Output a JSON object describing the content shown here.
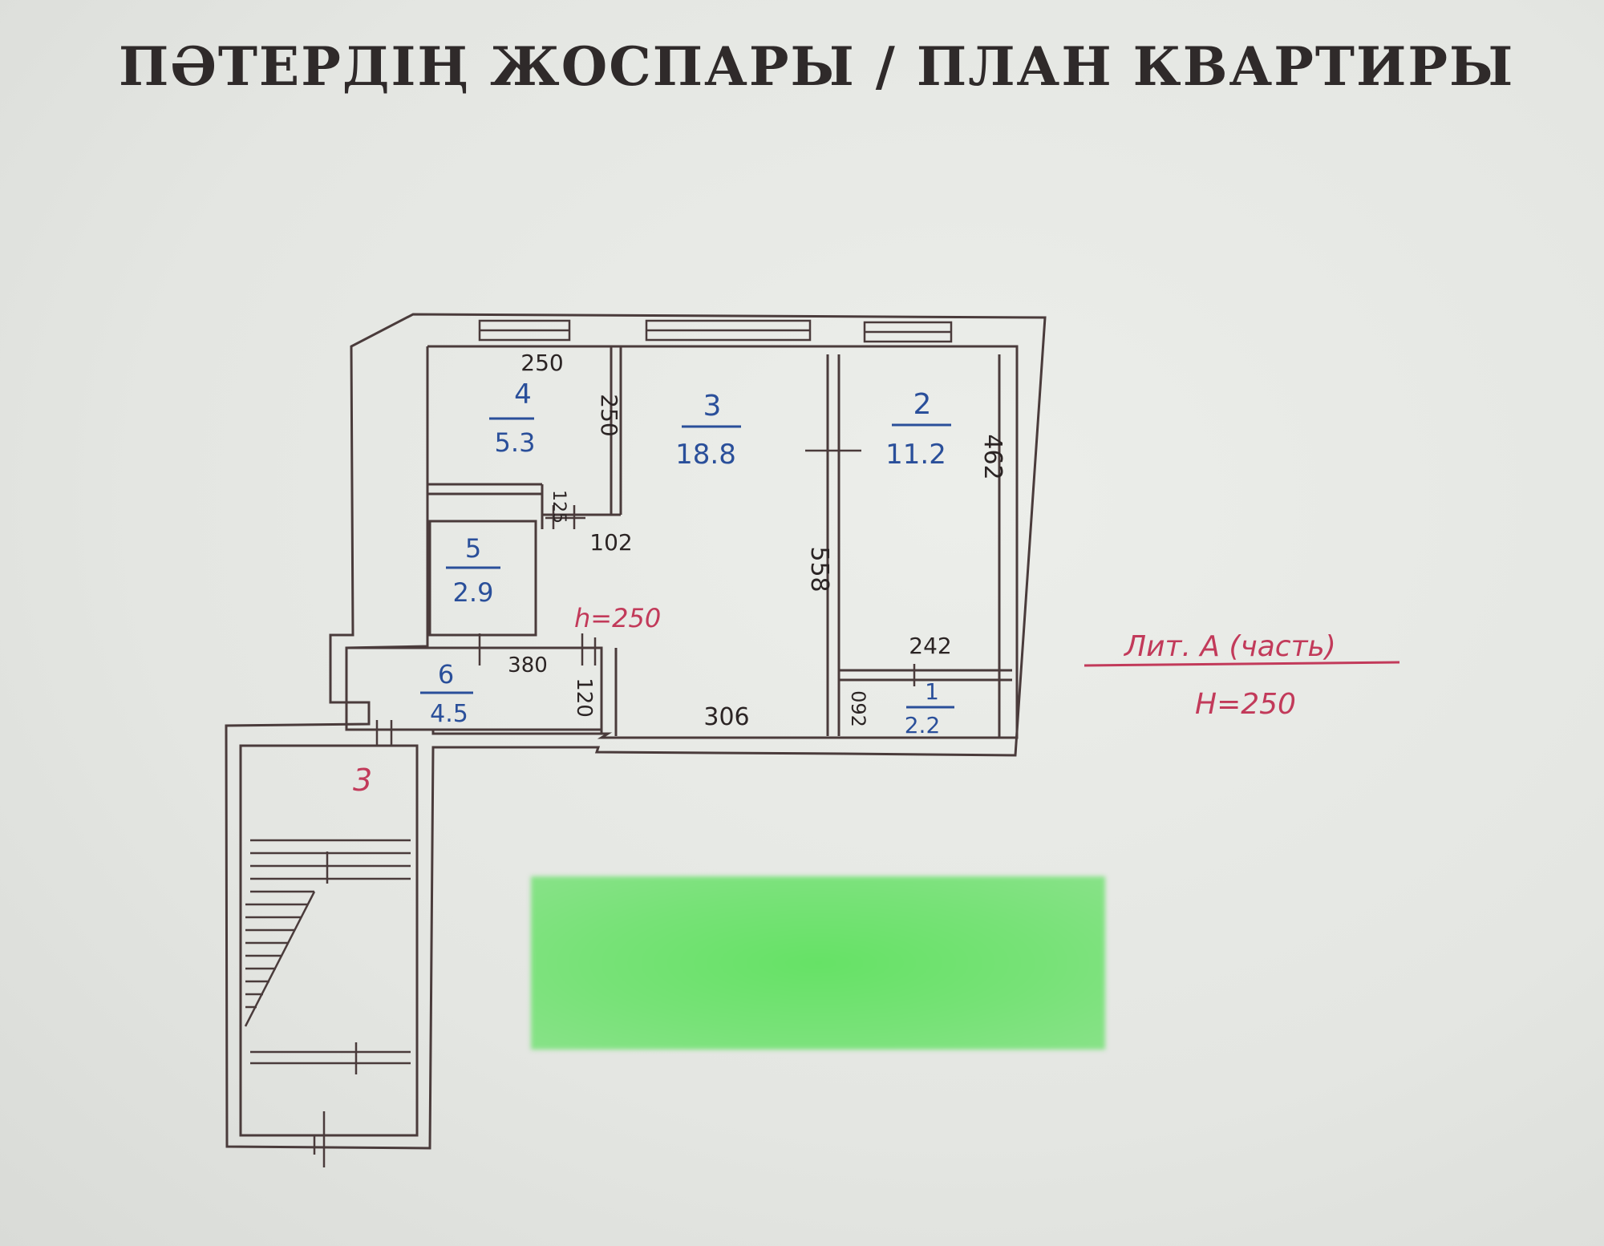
{
  "title": "ПӘТЕРДІҢ ЖОСПАРЫ / ПЛАН КВАРТИРЫ",
  "rooms": [
    {
      "id": "1",
      "area": "2.2"
    },
    {
      "id": "2",
      "area": "11.2"
    },
    {
      "id": "3",
      "area": "18.8"
    },
    {
      "id": "4",
      "area": "5.3"
    },
    {
      "id": "5",
      "area": "2.9"
    },
    {
      "id": "6",
      "area": "4.5"
    }
  ],
  "dimensions": {
    "d250_top": "250",
    "d250_side": "250",
    "d125": "125",
    "d102": "102",
    "d558": "558",
    "d462": "462",
    "d242": "242",
    "d380": "380",
    "d120": "120",
    "d306": "306",
    "d092": "092"
  },
  "annotations": {
    "height_inner": "h=250",
    "liter": "Лит. А (часть)",
    "height_outer": "Н=250",
    "stair_label": "3"
  },
  "colors": {
    "ink_blue": "#2a4f9a",
    "ink_red": "#c23a5a",
    "wall": "#4a3b3b",
    "redaction": "#77e277"
  }
}
